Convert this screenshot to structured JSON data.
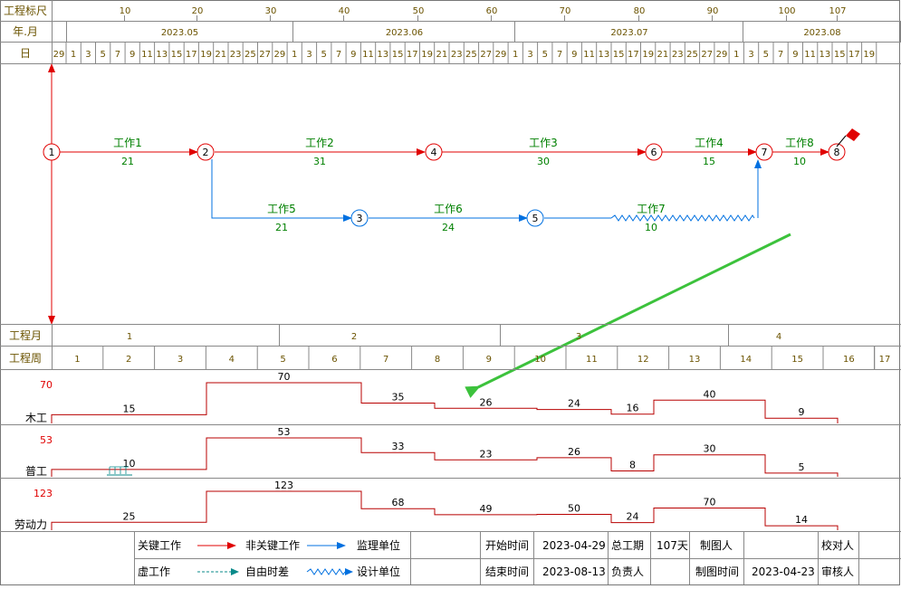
{
  "header": {
    "ruler_label": "工程标尺",
    "yearmonth_label": "年.月",
    "day_label": "日",
    "ruler_ticks": [
      "10",
      "20",
      "30",
      "40",
      "50",
      "60",
      "70",
      "80",
      "90",
      "100",
      "107"
    ],
    "months": [
      "2023.05",
      "2023.06",
      "2023.07",
      "2023.08"
    ],
    "days": [
      [
        "29"
      ],
      [
        "1",
        "3",
        "5",
        "7",
        "9",
        "11",
        "13",
        "15",
        "17",
        "19",
        "21",
        "23",
        "25",
        "27",
        "29"
      ],
      [
        "1",
        "3",
        "5",
        "7",
        "9",
        "11",
        "13",
        "15",
        "17",
        "19",
        "21",
        "23",
        "25",
        "27",
        "29"
      ],
      [
        "1",
        "3",
        "5",
        "7",
        "9",
        "11",
        "13",
        "15",
        "17",
        "19",
        "21",
        "23",
        "25",
        "27",
        "29"
      ],
      [
        "1",
        "3",
        "5",
        "7",
        "9",
        "11",
        "13",
        "15",
        "17",
        "19"
      ]
    ]
  },
  "network": {
    "nodes": [
      "1",
      "2",
      "3",
      "4",
      "5",
      "6",
      "7",
      "8"
    ],
    "tasks": [
      {
        "name": "工作1",
        "duration": "21"
      },
      {
        "name": "工作2",
        "duration": "31"
      },
      {
        "name": "工作3",
        "duration": "30"
      },
      {
        "name": "工作4",
        "duration": "15"
      },
      {
        "name": "工作8",
        "duration": "10"
      },
      {
        "name": "工作5",
        "duration": "21"
      },
      {
        "name": "工作6",
        "duration": "24"
      },
      {
        "name": "工作7",
        "duration": "10"
      }
    ],
    "critical_color": "#e00000",
    "noncritical_color": "#0070e0"
  },
  "timeline": {
    "month_label": "工程月",
    "week_label": "工程周",
    "months": [
      "1",
      "2",
      "3",
      "4"
    ],
    "weeks": [
      "1",
      "2",
      "3",
      "4",
      "5",
      "6",
      "7",
      "8",
      "9",
      "10",
      "11",
      "12",
      "13",
      "14",
      "15",
      "16",
      "17"
    ]
  },
  "resources": [
    {
      "name": "木工",
      "max": "70",
      "values": [
        "15",
        "70",
        "35",
        "26",
        "24",
        "16",
        "40",
        "9"
      ]
    },
    {
      "name": "普工",
      "max": "53",
      "values": [
        "10",
        "53",
        "33",
        "23",
        "26",
        "8",
        "30",
        "5"
      ]
    },
    {
      "name": "劳动力",
      "max": "123",
      "values": [
        "25",
        "123",
        "68",
        "49",
        "50",
        "24",
        "70",
        "14"
      ]
    }
  ],
  "legend": {
    "critical": "关键工作",
    "noncritical": "非关键工作",
    "supervisor": "监理单位",
    "dummy": "虚工作",
    "float": "自由时差",
    "designer": "设计单位",
    "start_label": "开始时间",
    "start_value": "2023-04-29",
    "end_label": "结束时间",
    "end_value": "2023-08-13",
    "duration_label": "总工期",
    "duration_value": "107天",
    "manager_label": "负责人",
    "author_label": "制图人",
    "date_label": "制图时间",
    "date_value": "2023-04-23",
    "checker_label": "校对人",
    "reviewer_label": "审核人"
  }
}
